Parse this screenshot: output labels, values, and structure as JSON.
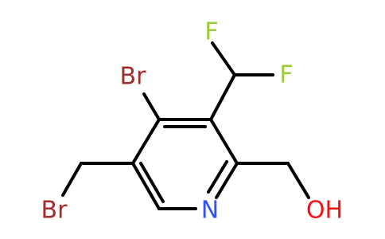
{
  "molecule": {
    "atoms": {
      "fluorine_top": "F",
      "fluorine_right": "F",
      "bromine_ring": "Br",
      "bromine_methyl": "Br",
      "nitrogen": "N",
      "hydroxyl": "OH"
    },
    "colors": {
      "bond": "#000000",
      "bromine": "#a52a2a",
      "fluorine": "#9acd32",
      "nitrogen": "#3050f8",
      "oxygen": "#ff0d0d"
    }
  }
}
